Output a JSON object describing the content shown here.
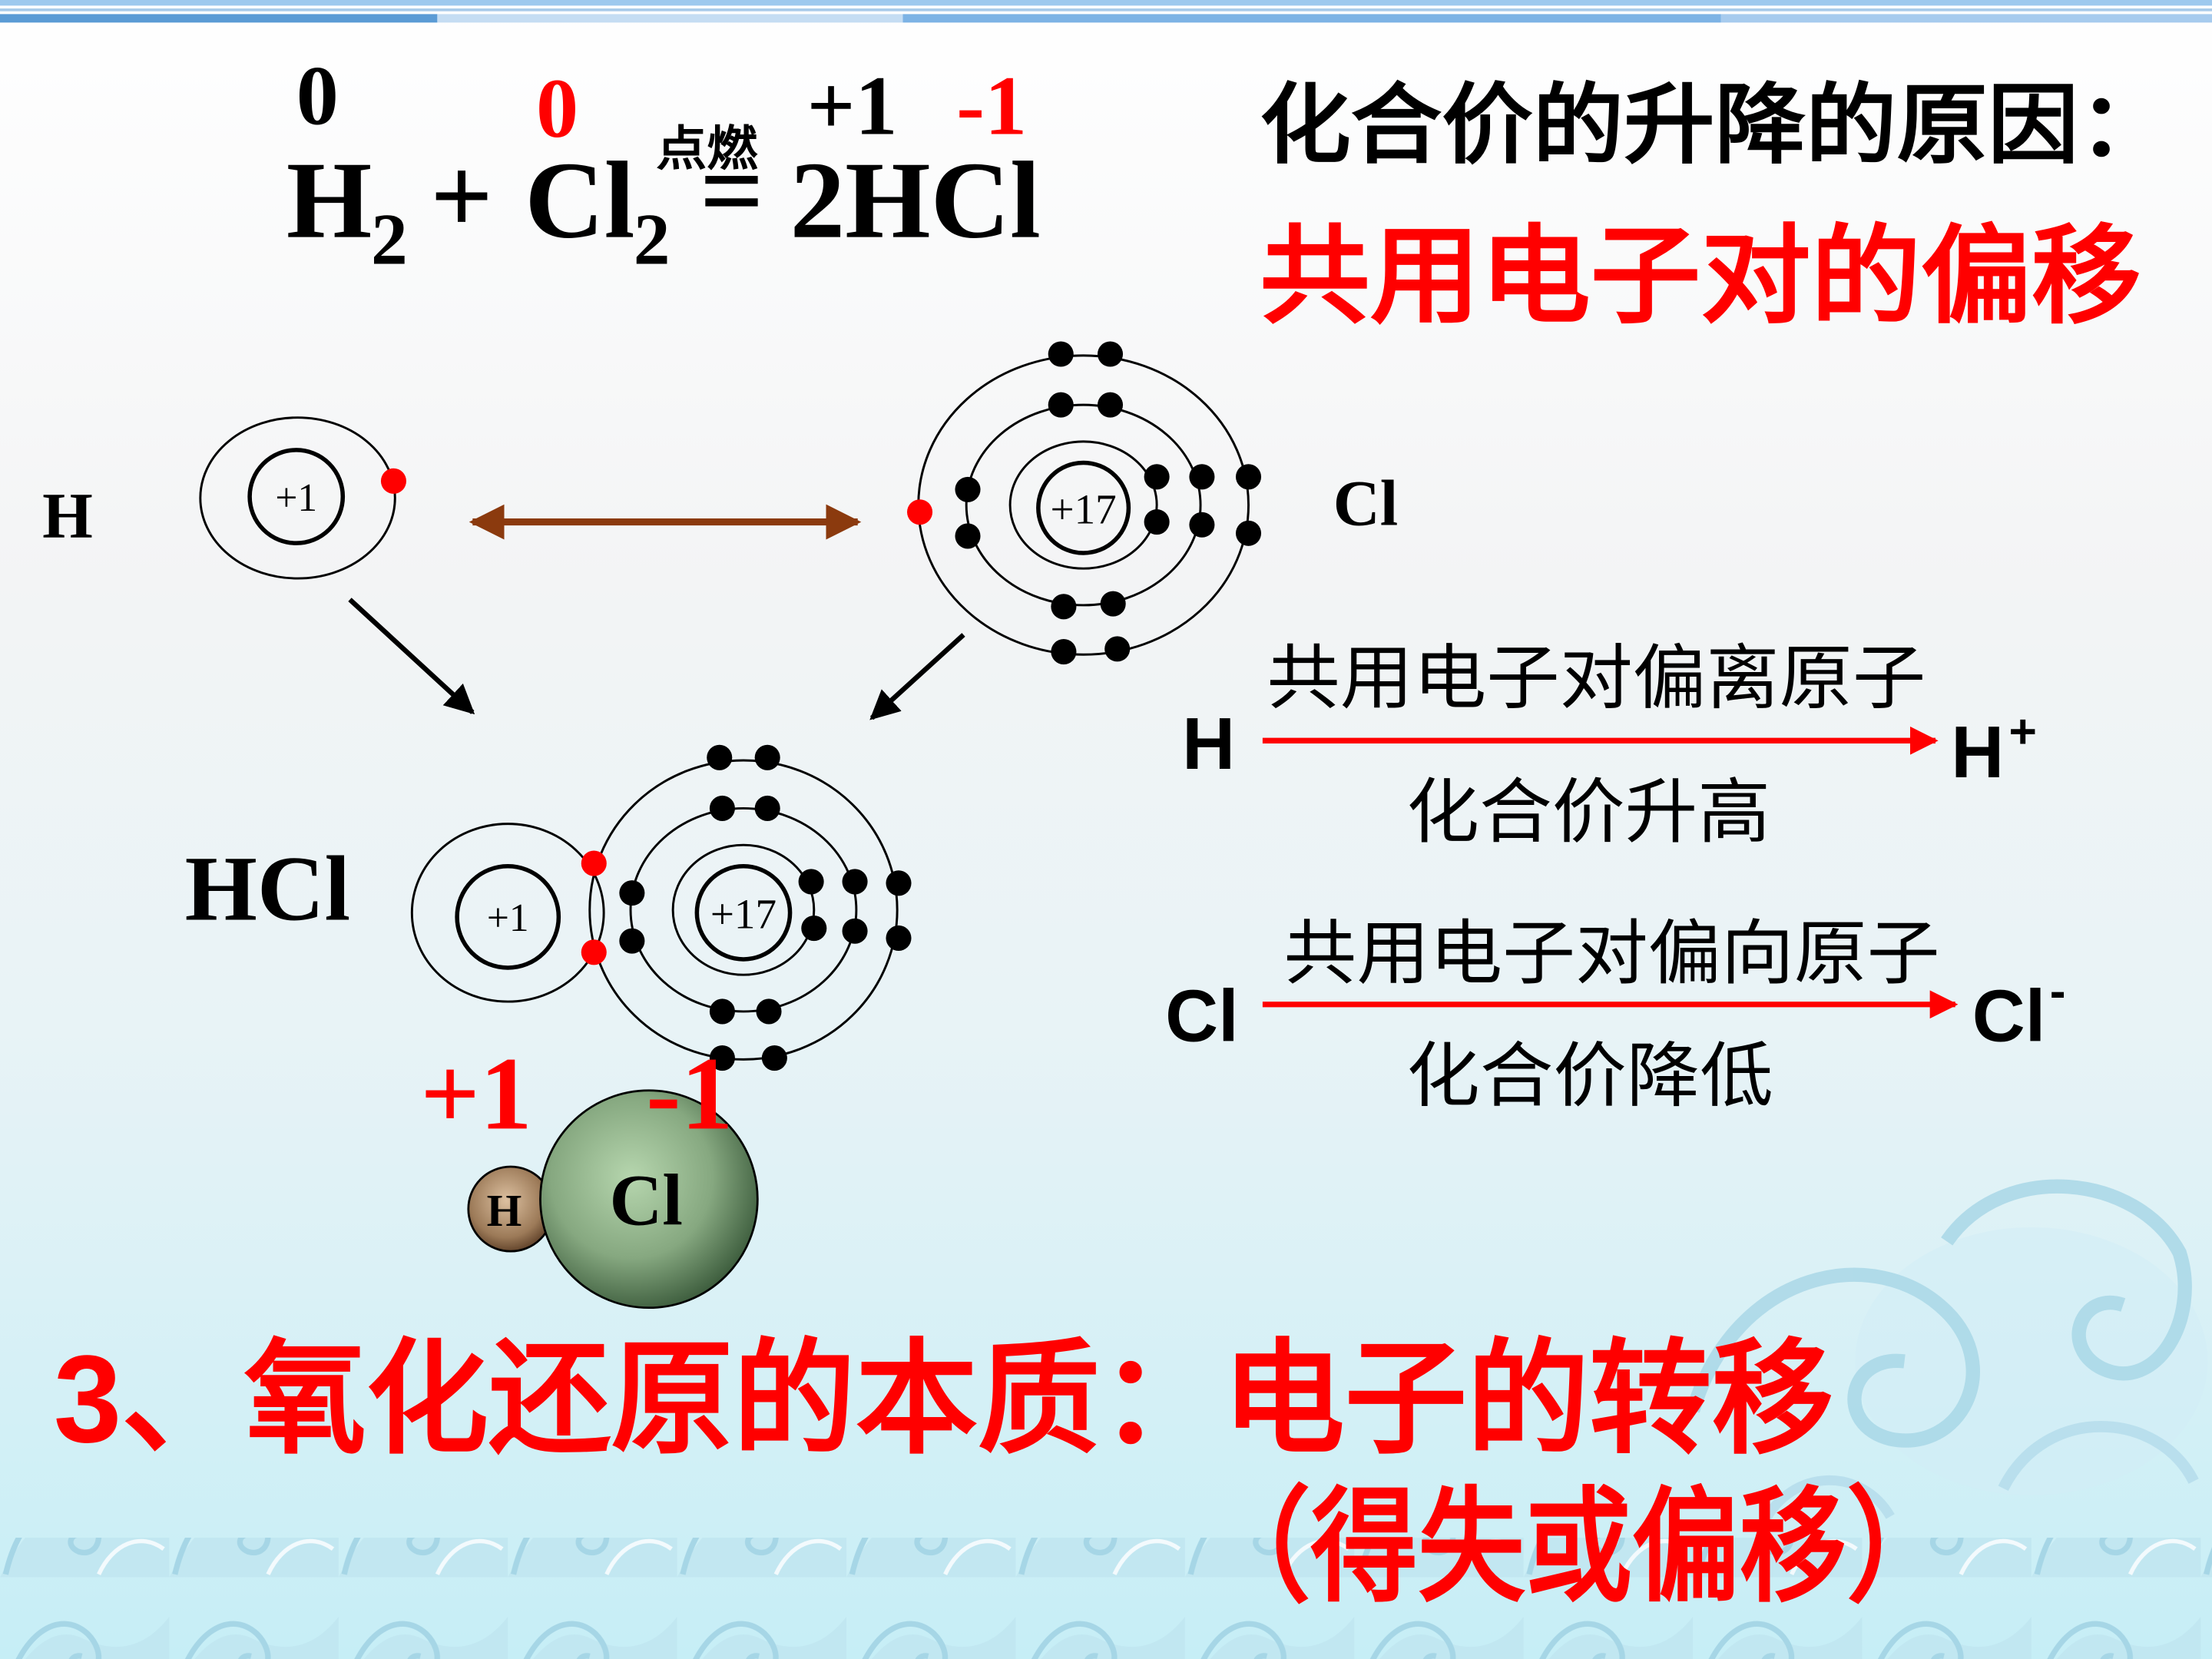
{
  "slide": {
    "colors": {
      "red": "#ff0000",
      "black": "#000000",
      "arrow_brown": "#8b3a0e"
    },
    "equation": {
      "ox_h": "0",
      "ox_cl": "0",
      "ox_h_product": "+1",
      "ox_cl_product": "-1",
      "condition": "点燃",
      "h": "H",
      "h_sub": "2",
      "plus": "+",
      "cl": "Cl",
      "cl_sub": "2",
      "equals": "=",
      "product": "2HCl"
    },
    "reason": {
      "heading": "化合价的升降的原因：",
      "answer": "共用电子对的偏移"
    },
    "atoms": {
      "h_label": "H",
      "h_nucleus": "+1",
      "cl_label": "Cl",
      "cl_nucleus": "+17",
      "hcl_label": "HCl",
      "hcl_h_nucleus": "+1",
      "hcl_cl_nucleus": "+17",
      "charge_h": "+1",
      "charge_cl": "-1",
      "model_h": "H",
      "model_cl": "Cl"
    },
    "h_process": {
      "from": "H",
      "above": "共用电子对偏离原子",
      "below": "化合价升高",
      "to": "H",
      "to_sup": "+"
    },
    "cl_process": {
      "from": "Cl",
      "above": "共用电子对偏向原子",
      "below": "化合价降低",
      "to": "Cl",
      "to_sup": "-"
    },
    "conclusion": {
      "line1": "3、氧化还原的本质：电子的转移",
      "line2": "（得失或偏移）"
    }
  }
}
